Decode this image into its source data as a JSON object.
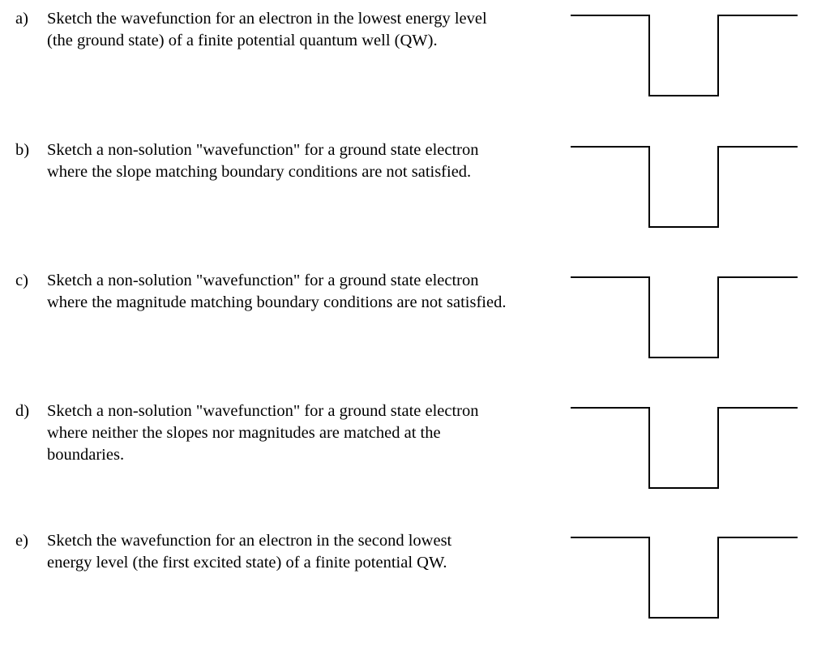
{
  "questions": [
    {
      "label": "a)",
      "lines": [
        "Sketch the wavefunction for an electron in the lowest energy level",
        "(the ground state) of a finite potential quantum well (QW)."
      ]
    },
    {
      "label": "b)",
      "lines": [
        "Sketch a non-solution \"wavefunction\" for a ground state electron",
        "where the slope matching boundary conditions are not satisfied."
      ]
    },
    {
      "label": "c)",
      "lines": [
        "Sketch a non-solution \"wavefunction\" for a ground state electron",
        "where the magnitude matching boundary conditions are not satisfied."
      ]
    },
    {
      "label": "d)",
      "lines": [
        "Sketch a non-solution \"wavefunction\" for a ground state electron",
        "where neither the slopes nor magnitudes are matched at the",
        "boundaries."
      ]
    },
    {
      "label": "e)",
      "lines": [
        "Sketch the wavefunction for an electron in the second lowest",
        "energy level (the first excited state) of a finite potential QW."
      ]
    }
  ]
}
